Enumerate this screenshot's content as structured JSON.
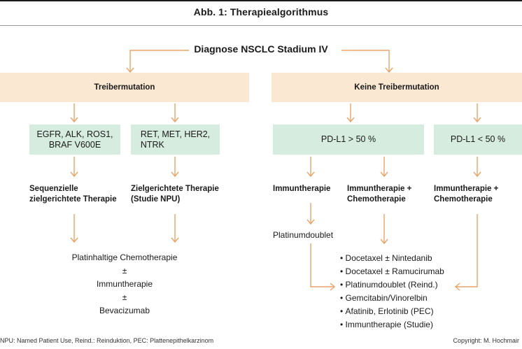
{
  "figure": {
    "title": "Abb. 1: Therapiealgorithmus",
    "root": "Diagnose NSCLC Stadium IV",
    "left_branch": {
      "header": "Treibermutation",
      "box_a": [
        "EGFR, ALK, ROS1,",
        "BRAF V600E"
      ],
      "box_b": [
        "RET, MET, HER2,",
        "NTRK"
      ],
      "therapy_a": [
        "Sequenzielle",
        "zielgerichtete Therapie"
      ],
      "therapy_b": [
        "Zielgerichtete Therapie",
        "(Studie NPU)"
      ],
      "combined": [
        "Platinhaltige Chemotherapie",
        "±",
        "Immuntherapie",
        "±",
        "Bevacizumab"
      ]
    },
    "right_branch": {
      "header": "Keine Treibermutation",
      "box_a": "PD-L1 > 50 %",
      "box_b": "PD-L1 < 50 %",
      "therapy_immuno": "Immuntherapie",
      "therapy_combo_1": [
        "Immuntherapie +",
        "Chemotherapie"
      ],
      "therapy_combo_2": [
        "Immuntherapie +",
        "Chemotherapie"
      ],
      "next_line": "Platinumdoublet",
      "options": [
        "Docetaxel ± Nintedanib",
        "Docetaxel ± Ramucirumab",
        "Platinumdoublet (Reind.)",
        "Gemcitabin/Vinorelbin",
        "Afatinib, Erlotinib (PEC)",
        "Immuntherapie (Studie)"
      ]
    },
    "footnote": "NPU: Named Patient Use, Reind.: Reinduktion, PEC: Plattenepithelkarzinom",
    "copyright": "Copyright: M. Hochmair"
  },
  "colors": {
    "header_fill": "#fbe8d3",
    "marker_fill": "#d6ecdf",
    "arrow": "#e8a468",
    "rule": "#1a1a1a"
  }
}
